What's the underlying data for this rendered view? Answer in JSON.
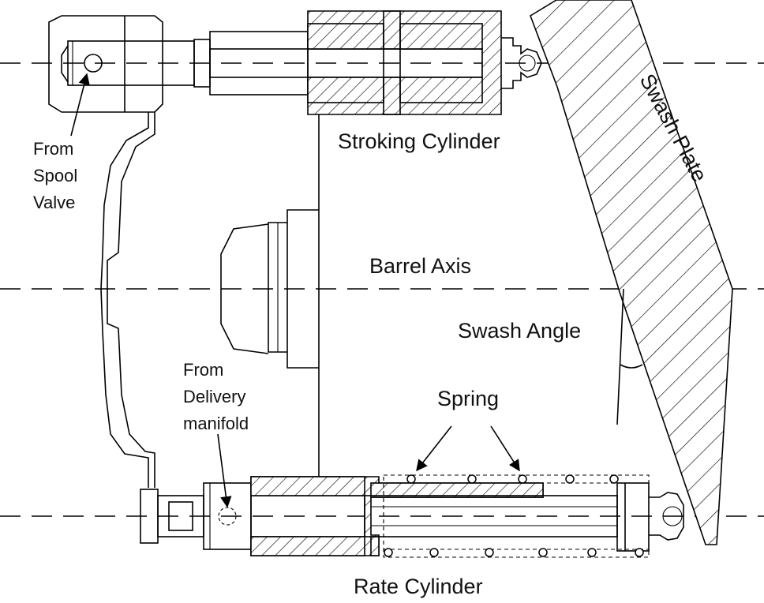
{
  "labels": {
    "stroking_cylinder": "Stroking Cylinder",
    "swash_plate": "Swash Plate",
    "barrel_axis": "Barrel Axis",
    "swash_angle": "Swash Angle",
    "spring": "Spring",
    "rate_cylinder": "Rate Cylinder",
    "from_spool_valve": [
      "From",
      "Spool",
      "Valve"
    ],
    "from_delivery_manifold": [
      "From",
      "Delivery",
      "manifold"
    ]
  }
}
